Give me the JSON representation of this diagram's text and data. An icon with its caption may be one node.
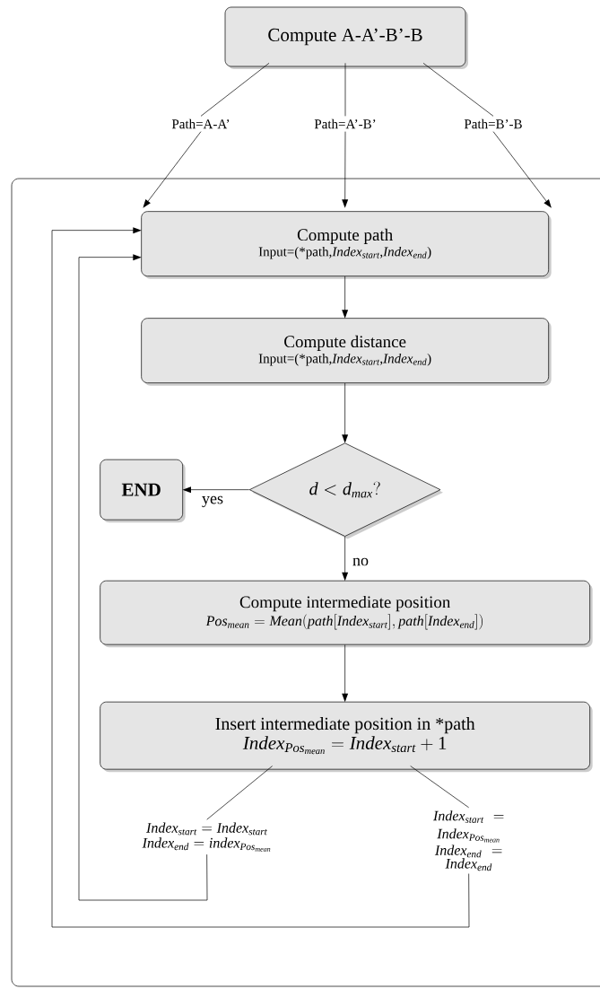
{
  "diagram": {
    "nodes": [
      {
        "text": [
          "Compute A-A’-B’-B"
        ]
      },
      {
        "text": [
          "Path=A-A’"
        ]
      },
      {
        "text": [
          "Path=A’-B’"
        ]
      },
      {
        "text": [
          "Path=B’-B"
        ]
      },
      {
        "text": [],
        "shape": "box"
      },
      {
        "text": [
          "Compute path",
          "\\text{Input=(*path,}Index_{start}\\text{,}Index_{end}\\text{)}"
        ],
        "in": 4
      },
      {
        "text": [
          "Compute distance",
          "\\text{Input=(*path,}Index_{start}\\text{,}Index_{end}\\text{)}"
        ],
        "in": 4
      },
      {
        "text": [
          "END"
        ],
        "in": 4
      },
      {
        "text": [
          "d < d_{max}?"
        ],
        "in": 4
      },
      {
        "text": [
          "Compute intermediate position",
          "Pos_{mean} = Mean(path[Index_{start}],path[Index_{end}])"
        ],
        "in": 4
      },
      {
        "text": [
          "Insert intermediate position in *path",
          "Index_{Pos_{mean}} = Index_{start}+1"
        ],
        "in": 4
      },
      {
        "text": [
          "Index_{start} = Index_{start}",
          "Index_{end} = index_{Pos_{mean}}"
        ],
        "in": 4
      },
      {
        "text": [
          "Index_{start} = Index_{Pos_{mean}}",
          "Index_{end} = Index_{end}"
        ],
        "in": 4
      }
    ],
    "edges": [
      {
        "from": 0,
        "to": 1,
        "arrow": "none"
      },
      {
        "from": 0,
        "to": 2,
        "arrow": "none"
      },
      {
        "from": 0,
        "to": 3,
        "arrow": "none"
      },
      {
        "from": 1,
        "to": 5,
        "arrow": "to"
      },
      {
        "from": 2,
        "to": 5,
        "arrow": "to"
      },
      {
        "from": 3,
        "to": 5,
        "arrow": "to"
      },
      {
        "from": 5,
        "to": 6,
        "arrow": "to"
      },
      {
        "from": 6,
        "to": 8,
        "arrow": "to"
      },
      {
        "from": 8,
        "to": 7,
        "arrow": "to",
        "label": "yes"
      },
      {
        "from": 8,
        "to": 9,
        "arrow": "to",
        "label": "no"
      },
      {
        "from": 9,
        "to": 10,
        "arrow": "to"
      },
      {
        "from": 10,
        "to": 11,
        "arrow": "none"
      },
      {
        "from": 10,
        "to": 12,
        "arrow": "none"
      },
      {
        "from": 11,
        "to": 5,
        "arrow": "to"
      },
      {
        "from": 12,
        "to": 5,
        "arrow": "to"
      }
    ]
  }
}
